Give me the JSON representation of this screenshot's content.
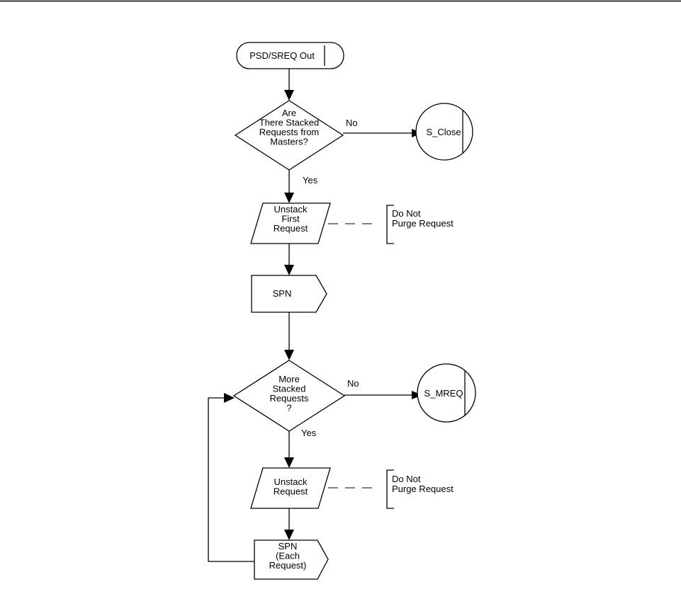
{
  "diagram": {
    "start": [
      "PSD/SREQ Out"
    ],
    "decision1": [
      "Are",
      "There Stacked",
      "Requests from",
      "Masters?"
    ],
    "decision1_no": "No",
    "decision1_yes": "Yes",
    "connector1": [
      "S_Close"
    ],
    "unstack_first": [
      "Unstack",
      "First",
      "Request"
    ],
    "note1": [
      "Do Not",
      "Purge Request"
    ],
    "spn1": [
      "SPN"
    ],
    "decision2": [
      "More",
      "Stacked",
      "Requests",
      "?"
    ],
    "decision2_no": "No",
    "decision2_yes": "Yes",
    "connector2": [
      "S_MREQ"
    ],
    "unstack_request": [
      "Unstack",
      "Request"
    ],
    "note2": [
      "Do Not",
      "Purge Request"
    ],
    "spn2": [
      "SPN",
      "(Each",
      "Request)"
    ]
  }
}
